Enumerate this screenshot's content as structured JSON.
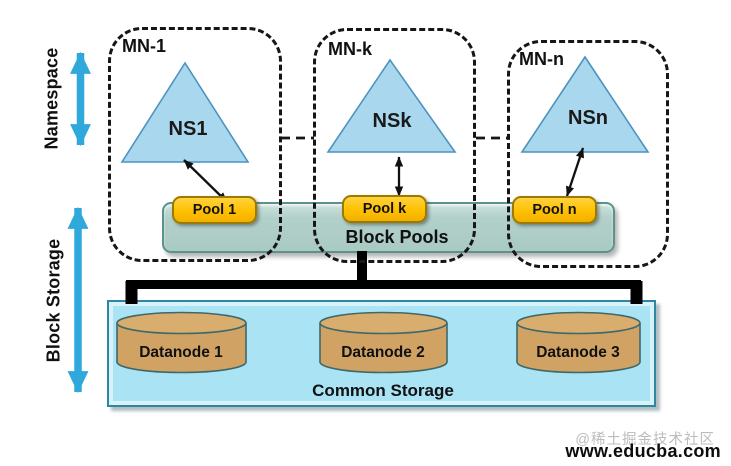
{
  "side": {
    "namespace_label": "Namespace",
    "block_storage_label": "Block Storage"
  },
  "groups": [
    {
      "name": "MN-1",
      "ns": "NS1",
      "pool": "Pool 1"
    },
    {
      "name": "MN-k",
      "ns": "NSk",
      "pool": "Pool k"
    },
    {
      "name": "MN-n",
      "ns": "NSn",
      "pool": "Pool n"
    }
  ],
  "block_pools_label": "Block Pools",
  "storage": {
    "label": "Common Storage",
    "datanodes": [
      "Datanode 1",
      "Datanode 2",
      "Datanode 3"
    ]
  },
  "watermark": {
    "community": "@稀土掘金技术社区",
    "site": "www.educba.com"
  },
  "colors": {
    "accent_blue_arrow": "#2fa8dc",
    "triangle_fill": "#a9d7ee",
    "triangle_stroke": "#4e93c0",
    "pool_fill": "#ffc000",
    "pool_border": "#9c7a00",
    "block_pools_fill": "#aecdc7",
    "storage_fill": "#a9e3f4",
    "storage_border": "#2f86a0",
    "cylinder_fill": "#d0a263",
    "connector_black": "#000000"
  }
}
